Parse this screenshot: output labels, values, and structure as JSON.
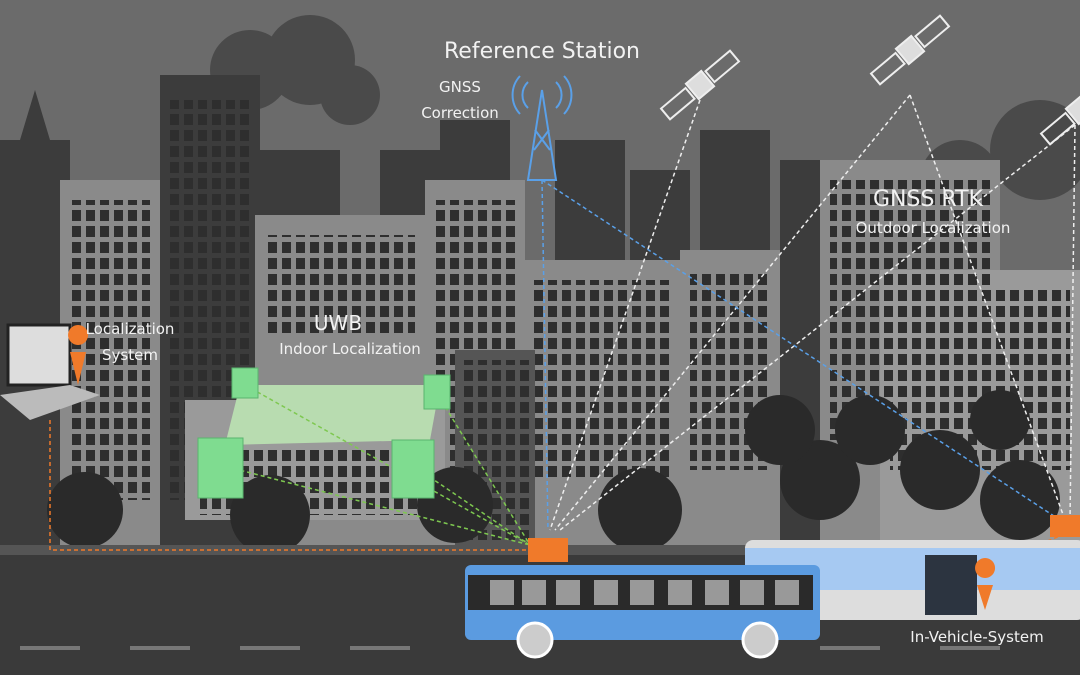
{
  "labels": {
    "reference_station": "Reference Station",
    "gnss_correction_line1": "GNSS",
    "gnss_correction_line2": "Correction",
    "gnss_rtk": "GNSS RTK",
    "outdoor_localization": "Outdoor Localization",
    "uwb": "UWB",
    "indoor_localization": "Indoor Localization",
    "localization_system_line1": "Localization",
    "localization_system_line2": "System",
    "in_vehicle_system": "In-Vehicle-System"
  },
  "colors": {
    "accent_orange": "#f07a2a",
    "bus_blue": "#5b9be0",
    "uwb_green": "#8fe3a0",
    "signal_blue": "#5aa0e8",
    "signal_green": "#7ec850"
  }
}
